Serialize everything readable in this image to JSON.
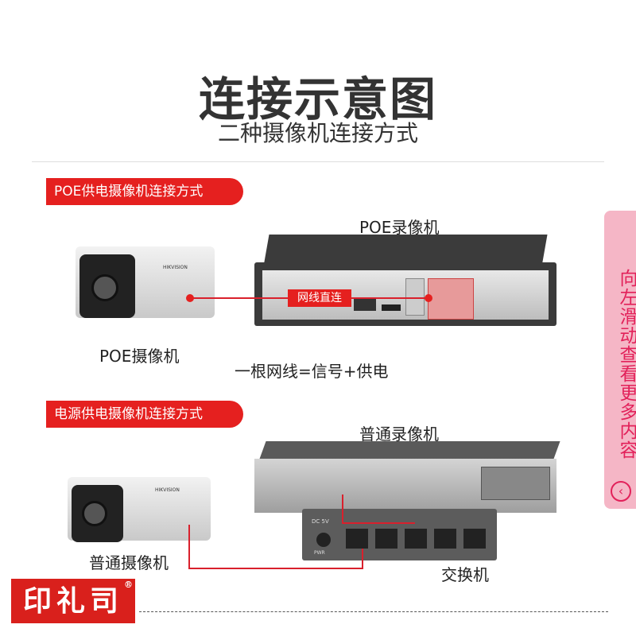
{
  "header": {
    "title": "连接示意图",
    "subtitle": "二种摄像机连接方式"
  },
  "section1": {
    "label": "POE供电摄像机连接方式",
    "nvr_label": "POE录像机",
    "camera_label": "POE摄像机",
    "cable_tag": "网线直连",
    "note": "一根网线=信号+供电",
    "camera_brand": "HIKVISION"
  },
  "section2": {
    "label": "电源供电摄像机连接方式",
    "nvr_label": "普通录像机",
    "camera_label": "普通摄像机",
    "switch_label": "交换机",
    "switch_power": "DC 5V",
    "switch_pwr": "PWR",
    "camera_brand": "HIKVISION"
  },
  "banner": {
    "text": "向左滑动查看更多内容",
    "icon": "chevron-left-circle-icon"
  },
  "logo": {
    "text": "印礼司",
    "mark": "®"
  },
  "colors": {
    "accent": "#e5201f",
    "banner_bg": "#f5b6c6",
    "banner_text": "#e2215a"
  }
}
